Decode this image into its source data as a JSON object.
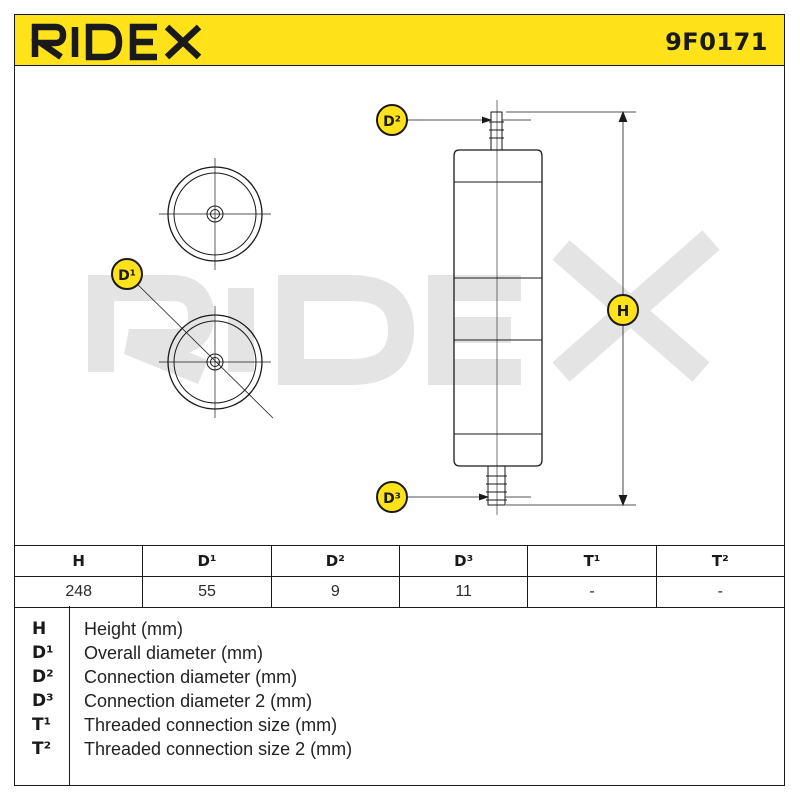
{
  "header": {
    "brand": "RIDEX",
    "part_number": "9F0171"
  },
  "watermark": "RIDEX",
  "colors": {
    "accent_yellow": "#ffe21a",
    "outline": "#1a1a1a",
    "watermark_grey": "#e6e6e6"
  },
  "diagram": {
    "callouts": {
      "d1": "D¹",
      "d2": "D²",
      "d3": "D³",
      "h": "H"
    }
  },
  "table": {
    "headers": [
      "H",
      "D¹",
      "D²",
      "D³",
      "T¹",
      "T²"
    ],
    "values": [
      "248",
      "55",
      "9",
      "11",
      "-",
      "-"
    ]
  },
  "legend": [
    {
      "key": "H",
      "desc": "Height (mm)"
    },
    {
      "key": "D¹",
      "desc": "Overall diameter (mm)"
    },
    {
      "key": "D²",
      "desc": "Connection diameter (mm)"
    },
    {
      "key": "D³",
      "desc": "Connection diameter 2 (mm)"
    },
    {
      "key": "T¹",
      "desc": "Threaded connection size (mm)"
    },
    {
      "key": "T²",
      "desc": "Threaded connection size 2 (mm)"
    }
  ]
}
